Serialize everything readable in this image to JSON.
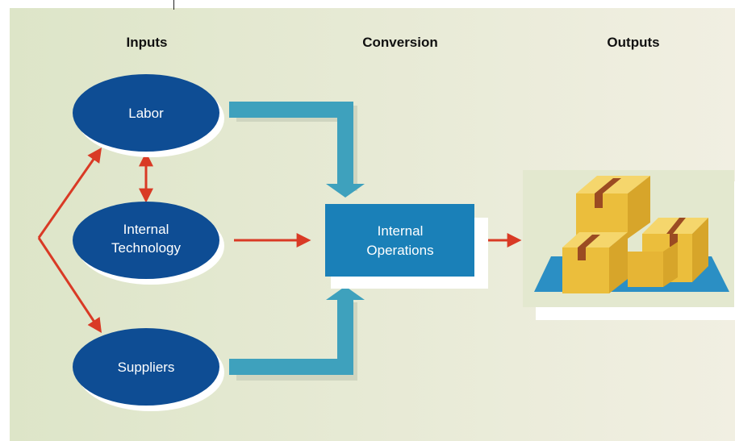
{
  "headers": {
    "inputs": "Inputs",
    "conversion": "Conversion",
    "outputs": "Outputs"
  },
  "nodes": {
    "labor": "Labor",
    "internal_technology_line1": "Internal",
    "internal_technology_line2": "Technology",
    "suppliers": "Suppliers",
    "internal_operations_line1": "Internal",
    "internal_operations_line2": "Operations"
  },
  "colors": {
    "background_left": "#dde5c8",
    "background_right": "#f1efe2",
    "ellipse": "#0e4d94",
    "operations_box": "#1a80b8",
    "flow_arrow": "#3ea1bd",
    "red_arrow": "#d93a25",
    "output_panel": "#e3e8cf",
    "output_mat": "#2b8fc4",
    "box_face": "#ebbe3c",
    "box_top": "#f5d66c",
    "box_side": "#d7a52a",
    "tape": "#9b4b22"
  },
  "icons": {
    "output_image": "stacked-cardboard-boxes-icon"
  }
}
